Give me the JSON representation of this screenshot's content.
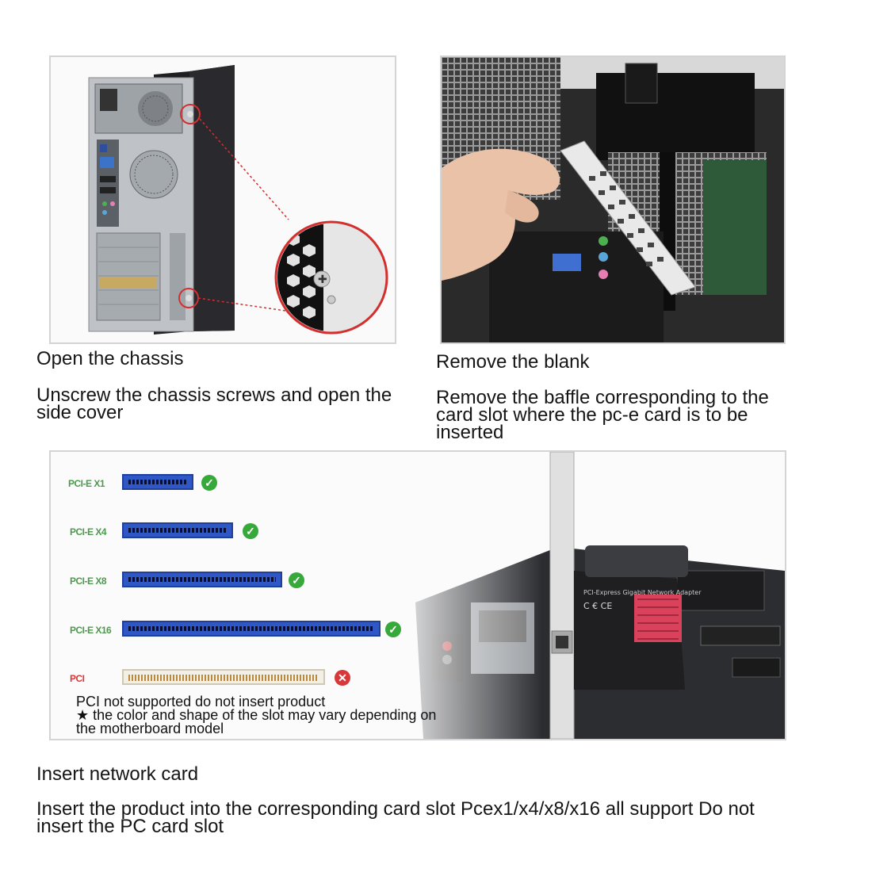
{
  "sections": {
    "open_chassis": {
      "title": "Open the chassis",
      "description_lines": [
        "Unscrew the chassis screws and open the",
        "side cover"
      ]
    },
    "remove_blank": {
      "title": "Remove the blank",
      "description_lines": [
        "Remove the baffle corresponding to the",
        "card slot where the pc-e card is to be",
        "inserted"
      ]
    },
    "insert_card": {
      "title": "Insert network card",
      "description_lines": [
        "Insert the product into the corresponding card slot Pcex1/x4/x8/x16 all support Do not",
        "insert the PC card slot"
      ]
    }
  },
  "slots": [
    {
      "label": "PCI-E X1",
      "supported": true
    },
    {
      "label": "PCI-E X4",
      "supported": true
    },
    {
      "label": "PCI-E X8",
      "supported": true
    },
    {
      "label": "PCI-E X16",
      "supported": true
    },
    {
      "label": "PCI",
      "supported": false
    }
  ],
  "notes": [
    "PCI not supported do not insert product",
    "★ the color and shape of the slot may vary depending on",
    "the motherboard model"
  ],
  "card_text": {
    "line1": "PCI-Express Gigabit Network Adapter",
    "marks": "C € CE"
  },
  "colors": {
    "slot_blue": "#2f57c6",
    "ok_green": "#37a93b",
    "bad_red": "#d9383a",
    "label_green": "#4d9a4e"
  },
  "icons": {
    "supported": "check-circle-icon",
    "unsupported": "x-circle-icon"
  }
}
